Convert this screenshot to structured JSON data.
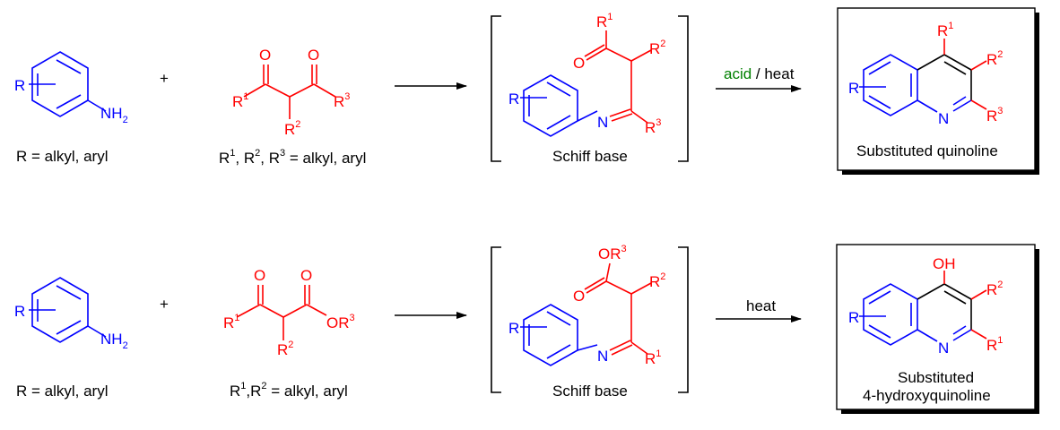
{
  "colors": {
    "aniline": "#0000ff",
    "dicarbonyl": "#ff0000",
    "catalyst": "#008000",
    "text": "#000000"
  },
  "labels": {
    "R": "R",
    "NH": "NH",
    "two": "2",
    "N": "N",
    "O": "O",
    "OH": "OH",
    "OR": "OR",
    "plus": "+",
    "one": "1",
    "three": "3"
  },
  "scheme1": {
    "aniline_caption": "R = alkyl, aryl",
    "dicarbonyl_caption_parts": [
      "R",
      "1",
      ", R",
      "2",
      ", R",
      "3",
      " = alkyl, aryl"
    ],
    "intermediate_caption": "Schiff base",
    "condition_acid": "acid",
    "condition_sep": " / heat",
    "product_caption": "Substituted quinoline"
  },
  "scheme2": {
    "aniline_caption": "R = alkyl, aryl",
    "dicarbonyl_caption_parts": [
      "R",
      "1",
      ",R",
      "2",
      " = alkyl, aryl"
    ],
    "intermediate_caption": "Schiff base",
    "condition": "heat",
    "product_caption_line1": "Substituted",
    "product_caption_line2": "4-hydroxyquinoline"
  }
}
